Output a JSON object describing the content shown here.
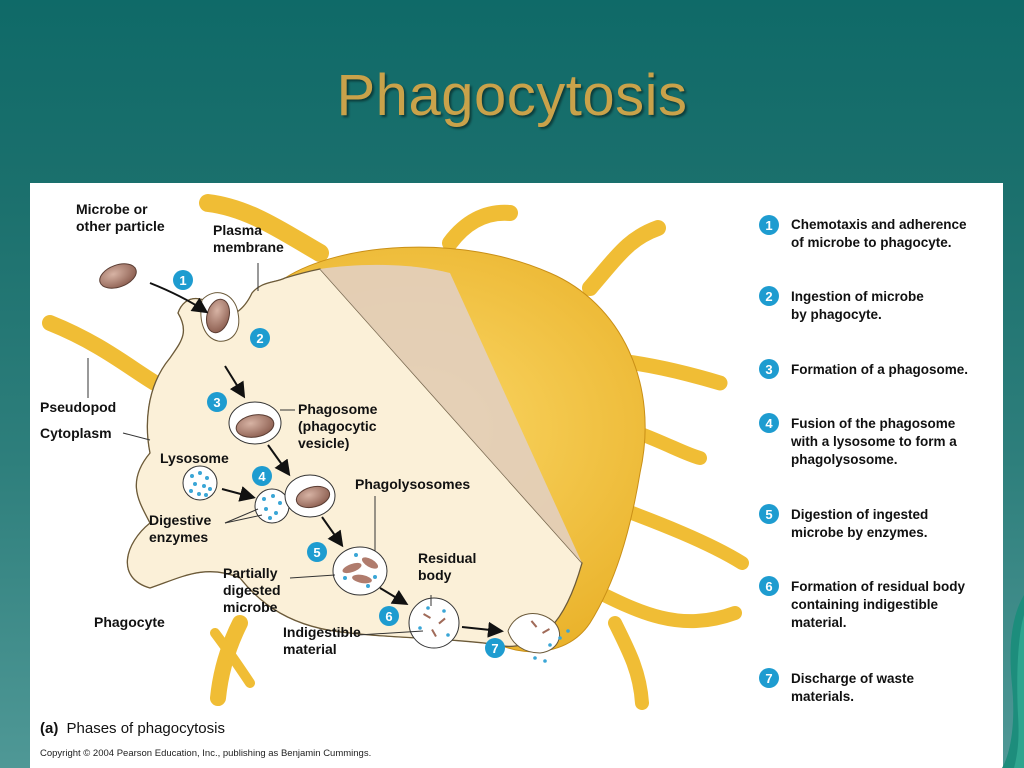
{
  "slide": {
    "title": "Phagocytosis"
  },
  "labels": {
    "microbe": [
      "Microbe or",
      "other particle"
    ],
    "plasma_membrane": [
      "Plasma",
      "membrane"
    ],
    "pseudopod": "Pseudopod",
    "cytoplasm": "Cytoplasm",
    "lysosome": "Lysosome",
    "phagosome": [
      "Phagosome",
      "(phagocytic",
      "vesicle)"
    ],
    "phagolysosomes": "Phagolysosomes",
    "digestive_enzymes": [
      "Digestive",
      "enzymes"
    ],
    "partially_digested": [
      "Partially",
      "digested",
      "microbe"
    ],
    "residual_body": [
      "Residual",
      "body"
    ],
    "indigestible": [
      "Indigestible",
      "material"
    ],
    "phagocyte": "Phagocyte"
  },
  "steps": [
    {
      "num": "1",
      "lines": [
        "Chemotaxis and adherence",
        "of microbe to phagocyte."
      ]
    },
    {
      "num": "2",
      "lines": [
        "Ingestion of microbe",
        "by phagocyte."
      ]
    },
    {
      "num": "3",
      "lines": [
        "Formation of a phagosome."
      ]
    },
    {
      "num": "4",
      "lines": [
        "Fusion of the phagosome",
        "with a lysosome to form a",
        "phagolysosome."
      ]
    },
    {
      "num": "5",
      "lines": [
        "Digestion of ingested",
        "microbe by enzymes."
      ]
    },
    {
      "num": "6",
      "lines": [
        "Formation of residual body",
        "containing indigestible",
        "material."
      ]
    },
    {
      "num": "7",
      "lines": [
        "Discharge of waste",
        "materials."
      ]
    }
  ],
  "caption": {
    "part": "(a)",
    "text": "Phases of phagocytosis"
  },
  "copyright": "Copyright © 2004 Pearson Education, Inc., publishing as Benjamin Cummings.",
  "colors": {
    "background": "#1b706d",
    "title": "#c9a24a",
    "cell_yellow": "#f4c23e",
    "cytoplasm": "#fbf0d8",
    "step_badge": "#1e9cd0",
    "enzyme_dot": "#3aa6d6",
    "microbe": "#9a6b5c"
  }
}
